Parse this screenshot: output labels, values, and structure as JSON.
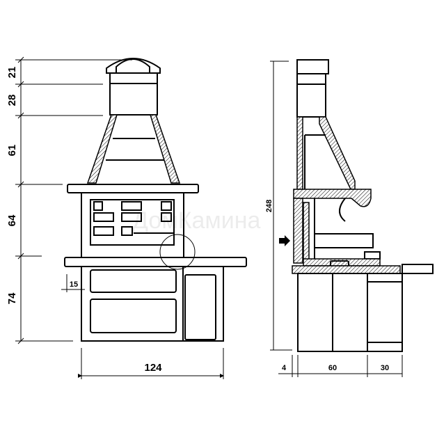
{
  "front_view": {
    "height_dims": [
      "21",
      "28",
      "61",
      "64",
      "74"
    ],
    "width_dim": "124",
    "overhang_dim": "15"
  },
  "side_view": {
    "total_height_dim": "248",
    "depth_dims": [
      "4",
      "60",
      "30"
    ]
  },
  "watermark": "ДомКамина"
}
